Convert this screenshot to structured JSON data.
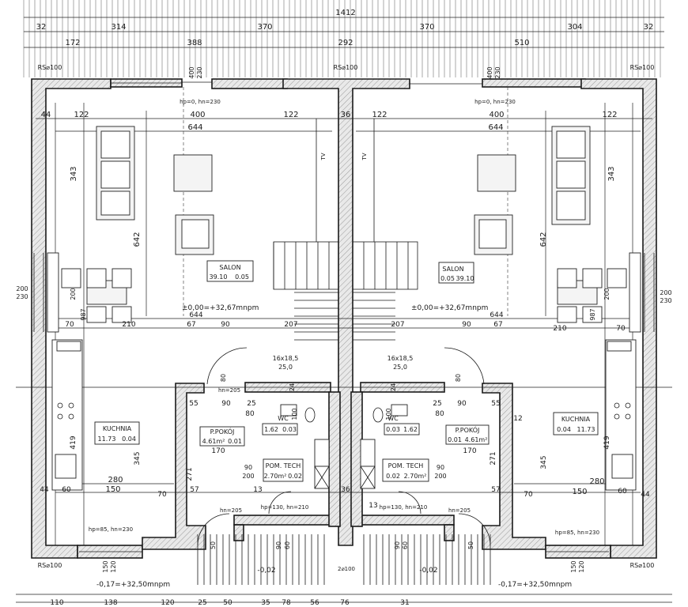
{
  "plan": {
    "top_dims": {
      "overall": "1412",
      "left_row": [
        "32",
        "314",
        "370"
      ],
      "right_row": [
        "370",
        "304",
        "32"
      ],
      "left_row2": [
        "172",
        "388"
      ],
      "center": "292",
      "right_row2": "510",
      "window_left": [
        "400",
        "230"
      ],
      "window_right": [
        "400",
        "230"
      ]
    },
    "rs_labels": [
      "RS⌀100",
      "RS⌀100",
      "RS⌀100",
      "RS⌀100",
      "RS⌀100"
    ],
    "left_unit": {
      "row_dims": [
        "44",
        "122",
        "400",
        "122"
      ],
      "window_note": "hp=0, hn=230",
      "width_dim": "644",
      "depth_dims": [
        "343",
        "642"
      ],
      "side_dims": [
        "200",
        "230"
      ],
      "salon_label": "SALON",
      "salon_area": "39.10",
      "salon_code": "0.05",
      "level": "±0,00=+32,67mnpm",
      "mid_dims": [
        "70",
        "210",
        "67",
        "90",
        "207",
        "644",
        "987",
        "200"
      ],
      "kitchen_label": "KUCHNIA",
      "kitchen_area": "11.73",
      "kitchen_code": "0.04",
      "kitchen_dims": [
        "419",
        "345",
        "280",
        "44",
        "60",
        "150",
        "70",
        "57"
      ],
      "stair": [
        "16x18,5",
        "25,0"
      ],
      "ppokoj_label": "P.POKÓJ",
      "ppokoj_area": "4.61m²",
      "ppokoj_code": "0.01",
      "wc_label": "WC",
      "wc_area": "1.62",
      "wc_code": "0.03",
      "tech_label": "POM. TECH",
      "tech_area": "2.70m²",
      "tech_code": "0.02",
      "misc_dims": [
        "55",
        "90",
        "25",
        "80",
        "100",
        "170",
        "271",
        "13",
        "90",
        "200",
        "80",
        "hn=205",
        "hp=130, hn=210",
        "hn=205",
        "hp=85, hn=230",
        "24"
      ],
      "entry_level": "-0,17=+32,50mnpm",
      "entry_dims": [
        "-0,02",
        "150",
        "120",
        "50",
        "90",
        "60"
      ]
    },
    "right_unit": {
      "row_dims": [
        "36",
        "122",
        "400",
        "122"
      ],
      "window_note": "hp=0, hn=230",
      "width_dim": "644",
      "depth_dims": [
        "343",
        "642"
      ],
      "side_dims": [
        "200",
        "230"
      ],
      "salon_label": "SALON",
      "salon_area": "39.10",
      "salon_code": "0.05",
      "level": "±0,00=+32,67mnpm",
      "mid_dims": [
        "210",
        "67",
        "90",
        "207",
        "644",
        "987",
        "200",
        "70"
      ],
      "kitchen_label": "KUCHNIA",
      "kitchen_area": "11.73",
      "kitchen_code": "0.04",
      "kitchen_dims": [
        "419",
        "345",
        "280",
        "44",
        "60",
        "150",
        "70",
        "57"
      ],
      "stair": [
        "16x18,5",
        "25,0"
      ],
      "ppokoj_label": "P.POKÓJ",
      "ppokoj_area": "4.61m²",
      "ppokoj_code": "0.01",
      "wc_label": "WC",
      "wc_area": "1.62",
      "wc_code": "0.03",
      "tech_label": "POM. TECH",
      "tech_area": "2.70m²",
      "tech_code": "0.02",
      "misc_dims": [
        "55",
        "90",
        "25",
        "80",
        "100",
        "170",
        "271",
        "13",
        "90",
        "200",
        "80",
        "12",
        "hp=130, hn=210",
        "hn=205",
        "hp=85, hn=230",
        "24"
      ],
      "entry_level": "-0,17=+32,50mnpm",
      "entry_dims": [
        "-0,02",
        "150",
        "120",
        "50",
        "90",
        "60"
      ]
    },
    "shared": {
      "wall_dim": "36",
      "ty_label": "TV",
      "entry_bottom": "2⌀100",
      "bottom_dims": [
        "110",
        "138",
        "120",
        "25",
        "50",
        "35",
        "78",
        "56",
        "76",
        "31"
      ]
    }
  }
}
